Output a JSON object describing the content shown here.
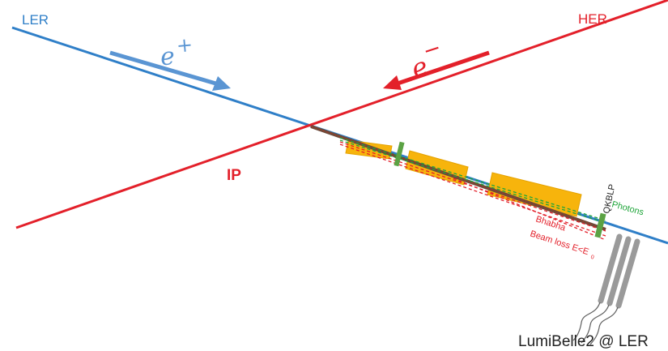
{
  "labels": {
    "ler": "LER",
    "her": "HER",
    "positron": "e",
    "positron_sup": "+",
    "electron": "e",
    "electron_sup": "−",
    "ip": "IP",
    "qkblp": "QKBLP",
    "photons": "Photons",
    "bhabha": "Bhabha",
    "beam_loss": "Beam loss E<E",
    "beam_loss_sub": "0",
    "footer": "LumiBelle2 @ LER"
  },
  "colors": {
    "ler_beam": "#2f7fc8",
    "her_beam": "#e3202a",
    "positron_arrow": "#5a95d3",
    "magnet": "#f7b40c",
    "collimator": "#5ba244",
    "photons": "#1fa53a",
    "detector": "#9a9a9a",
    "cable": "#5f5f5f",
    "footer_text": "#222222"
  }
}
